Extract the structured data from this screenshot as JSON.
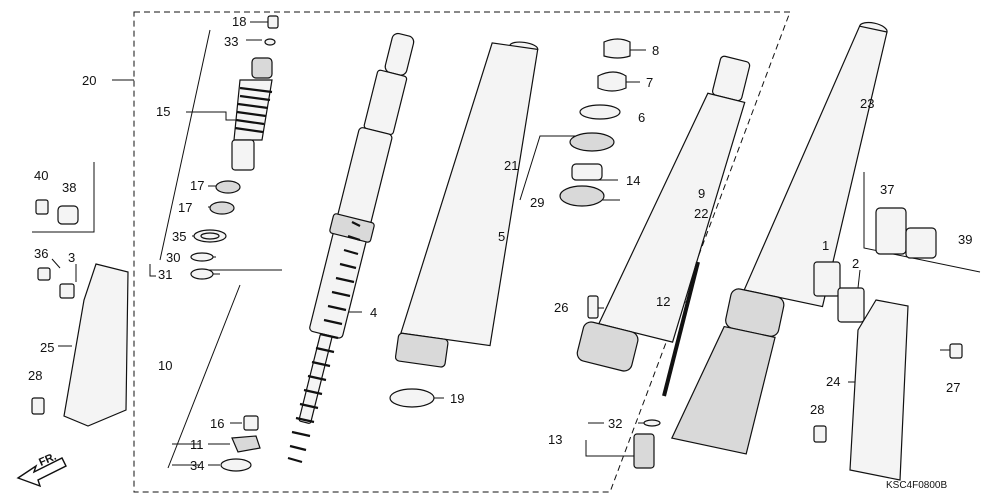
{
  "diagram": {
    "code": "KSC4F0800B",
    "direction_label": "FR.",
    "callouts": [
      "18",
      "33",
      "20",
      "15",
      "17",
      "17",
      "35",
      "30",
      "31",
      "10",
      "16",
      "11",
      "34",
      "4",
      "5",
      "19",
      "8",
      "7",
      "6",
      "21",
      "14",
      "29",
      "9",
      "22",
      "26",
      "12",
      "32",
      "13",
      "23",
      "40",
      "38",
      "36",
      "3",
      "25",
      "28",
      "37",
      "39",
      "1",
      "2",
      "24",
      "27",
      "28"
    ]
  }
}
